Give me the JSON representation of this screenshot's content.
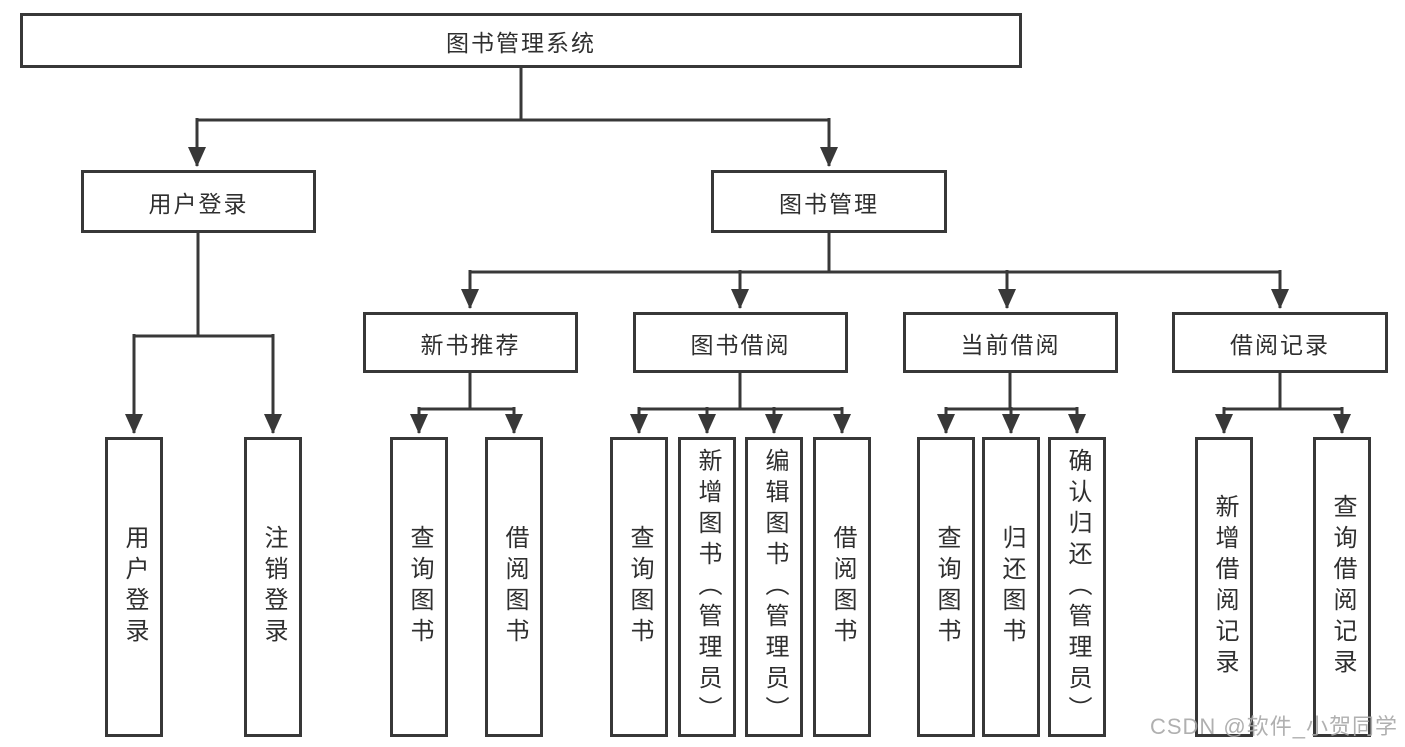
{
  "colors": {
    "line": "#383838",
    "text": "#2f2f2f",
    "background": "#ffffff",
    "watermark": "#a8a8a8"
  },
  "watermark": {
    "text": "CSDN @软件_小贺同学"
  },
  "tree": {
    "label": "图书管理系统",
    "children": [
      {
        "label": "用户登录",
        "children": [
          {
            "label": "用户登录"
          },
          {
            "label": "注销登录"
          }
        ]
      },
      {
        "label": "图书管理",
        "children": [
          {
            "label": "新书推荐",
            "children": [
              {
                "label": "查询图书"
              },
              {
                "label": "借阅图书"
              }
            ]
          },
          {
            "label": "图书借阅",
            "children": [
              {
                "label": "查询图书"
              },
              {
                "label": "新增图书（管理员）"
              },
              {
                "label": "编辑图书（管理员）"
              },
              {
                "label": "借阅图书"
              }
            ]
          },
          {
            "label": "当前借阅",
            "children": [
              {
                "label": "查询图书"
              },
              {
                "label": "归还图书"
              },
              {
                "label": "确认归还（管理员）"
              }
            ]
          },
          {
            "label": "借阅记录",
            "children": [
              {
                "label": "新增借阅记录"
              },
              {
                "label": "查询借阅记录"
              }
            ]
          }
        ]
      }
    ]
  }
}
